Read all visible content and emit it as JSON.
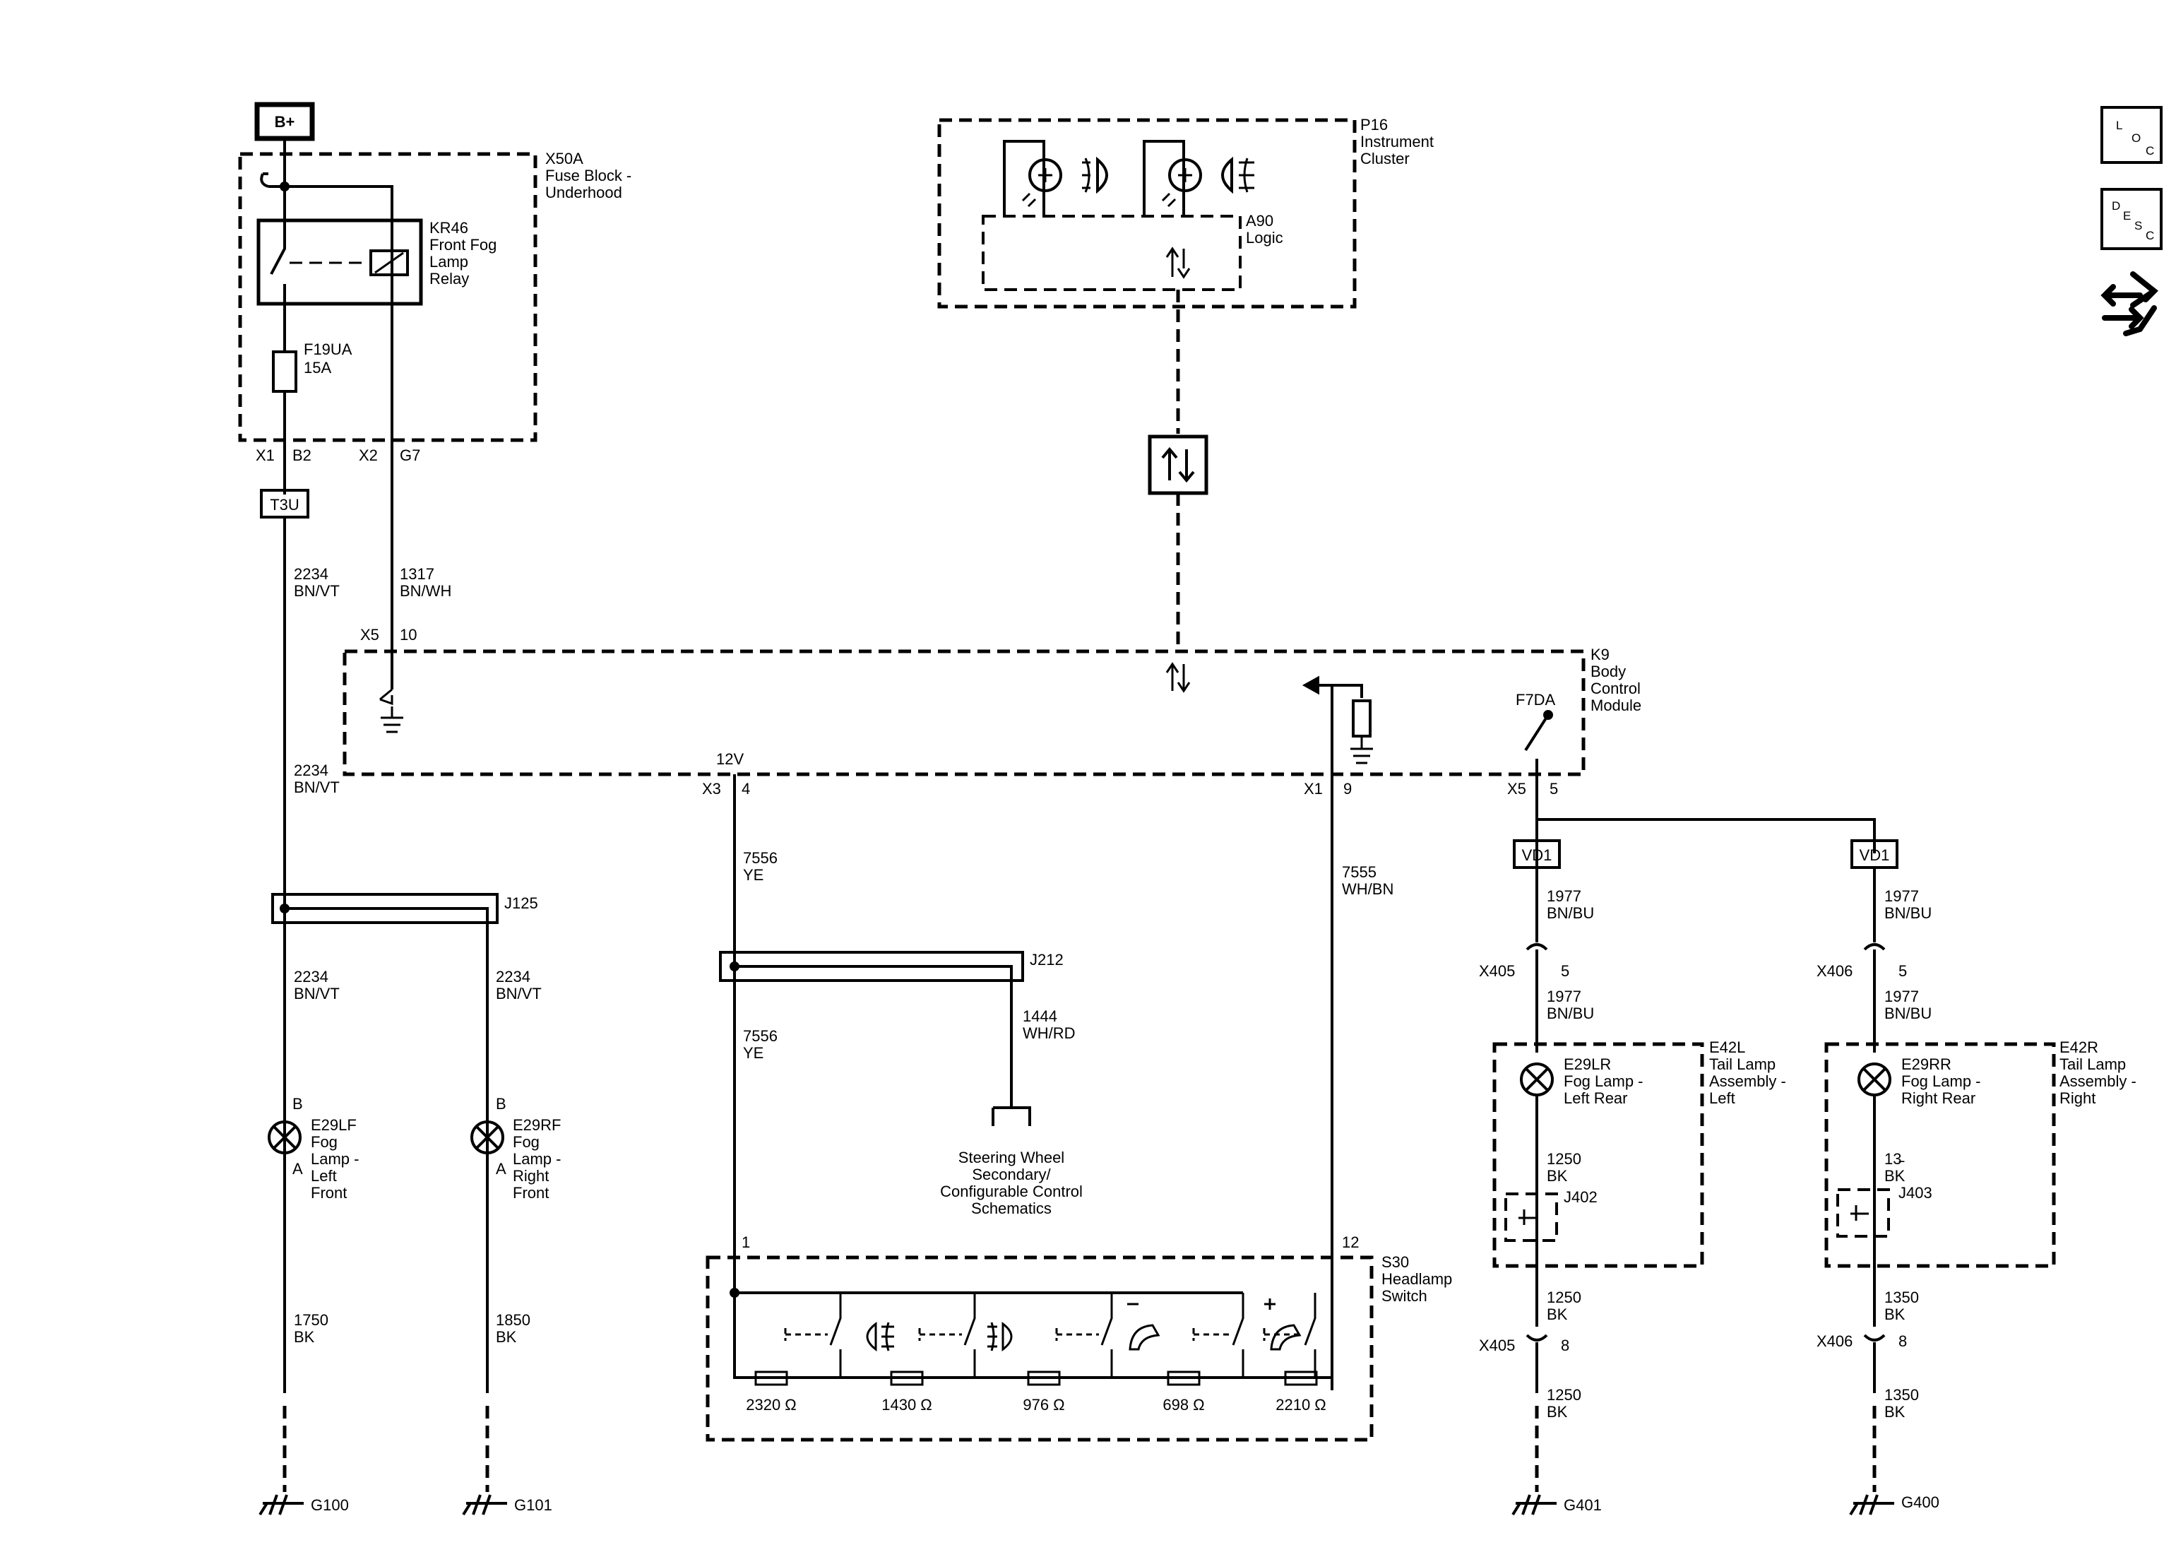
{
  "power": {
    "label": "B+"
  },
  "modules": {
    "x50a": {
      "id": "X50A",
      "name_line1": "Fuse Block -",
      "name_line2": "Underhood"
    },
    "p16": {
      "id": "P16",
      "name_line1": "Instrument",
      "name_line2": "Cluster"
    },
    "a90": {
      "id": "A90",
      "name": "Logic"
    },
    "k9": {
      "id": "K9",
      "name_line1": "Body",
      "name_line2": "Control",
      "name_line3": "Module"
    },
    "s30": {
      "id": "S30",
      "name_line1": "Headlamp",
      "name_line2": "Switch"
    },
    "e42l": {
      "id": "E42L",
      "name_line1": "Tail Lamp",
      "name_line2": "Assembly -",
      "name_line3": "Left"
    },
    "e42r": {
      "id": "E42R",
      "name_line1": "Tail Lamp",
      "name_line2": "Assembly -",
      "name_line3": "Right"
    }
  },
  "relay": {
    "id": "KR46",
    "line1": "Front Fog",
    "line2": "Lamp",
    "line3": "Relay"
  },
  "fuse": {
    "id": "F19UA",
    "rating": "15A"
  },
  "connectors": {
    "x1": "X1",
    "b2": "B2",
    "x2": "X2",
    "g7": "G7",
    "x5": "X5",
    "p10": "10",
    "x3": "X3",
    "p4": "4",
    "x1b": "X1",
    "p9": "9",
    "x5b": "X5",
    "p5": "5",
    "twelve_v": "12V",
    "f7da": "F7DA",
    "t3u": "T3U",
    "vd1_left": "VD1",
    "vd1_right": "VD1",
    "x405_top": "X405",
    "x405_top_pin": "5",
    "x406_top": "X406",
    "x406_top_pin": "5",
    "x405_bot": "X405",
    "x405_bot_pin": "8",
    "x406_bot": "X406",
    "x406_bot_pin": "8",
    "s30_pin1": "1",
    "s30_pin12": "12"
  },
  "wires": {
    "w2234_a": {
      "circuit": "2234",
      "color": "BN/VT"
    },
    "w1317": {
      "circuit": "1317",
      "color": "BN/WH"
    },
    "w2234_b": {
      "circuit": "2234",
      "color": "BN/VT"
    },
    "w2234_c": {
      "circuit": "2234",
      "color": "BN/VT"
    },
    "w2234_d": {
      "circuit": "2234",
      "color": "BN/VT"
    },
    "w1750": {
      "circuit": "1750",
      "color": "BK"
    },
    "w1850": {
      "circuit": "1850",
      "color": "BK"
    },
    "w7556_a": {
      "circuit": "7556",
      "color": "YE"
    },
    "w7556_b": {
      "circuit": "7556",
      "color": "YE"
    },
    "w1444": {
      "circuit": "1444",
      "color": "WH/RD"
    },
    "w7555": {
      "circuit": "7555",
      "color": "WH/BN"
    },
    "w1977_a": {
      "circuit": "1977",
      "color": "BN/BU"
    },
    "w1977_b": {
      "circuit": "1977",
      "color": "BN/BU"
    },
    "w1977_c": {
      "circuit": "1977",
      "color": "BN/BU"
    },
    "w1977_d": {
      "circuit": "1977",
      "color": "BN/BU"
    },
    "w1250_a": {
      "circuit": "1250",
      "color": "BK"
    },
    "w1250_b": {
      "circuit": "1250",
      "color": "BK"
    },
    "w1250_c": {
      "circuit": "1250",
      "color": "BK"
    },
    "w13xx": {
      "circuit": "13̵̵",
      "color": "BK"
    },
    "w1350_a": {
      "circuit": "1350",
      "color": "BK"
    },
    "w1350_b": {
      "circuit": "1350",
      "color": "BK"
    }
  },
  "splices": {
    "j125": "J125",
    "j212": "J212",
    "j402": "J402",
    "j403": "J403"
  },
  "lamps": {
    "e29lf": {
      "id": "E29LF",
      "l1": "Fog",
      "l2": "Lamp -",
      "l3": "Left",
      "l4": "Front",
      "pin_b": "B",
      "pin_a": "A"
    },
    "e29rf": {
      "id": "E29RF",
      "l1": "Fog",
      "l2": "Lamp -",
      "l3": "Right",
      "l4": "Front",
      "pin_b": "B",
      "pin_a": "A"
    },
    "e29lr": {
      "id": "E29LR",
      "l1": "Fog Lamp -",
      "l2": "Left Rear"
    },
    "e29rr": {
      "id": "E29RR",
      "l1": "Fog Lamp -",
      "l2": "Right Rear"
    }
  },
  "resistors": [
    "2320 Ω",
    "1430 Ω",
    "976 Ω",
    "698 Ω",
    "2210 Ω"
  ],
  "steering_ref": {
    "l1": "Steering Wheel",
    "l2": "Secondary/",
    "l3": "Configurable Control",
    "l4": "Schematics"
  },
  "grounds": {
    "g100": "G100",
    "g101": "G101",
    "g401": "G401",
    "g400": "G400"
  },
  "side_buttons": {
    "loc": {
      "l": "L",
      "o": "O",
      "c": "C",
      "icon": "location-icon"
    },
    "desc": {
      "d": "D",
      "e": "E",
      "s": "S",
      "c": "C",
      "icon": "description-icon"
    },
    "diag": {
      "icon": "diagnostic-arrows-icon"
    }
  }
}
